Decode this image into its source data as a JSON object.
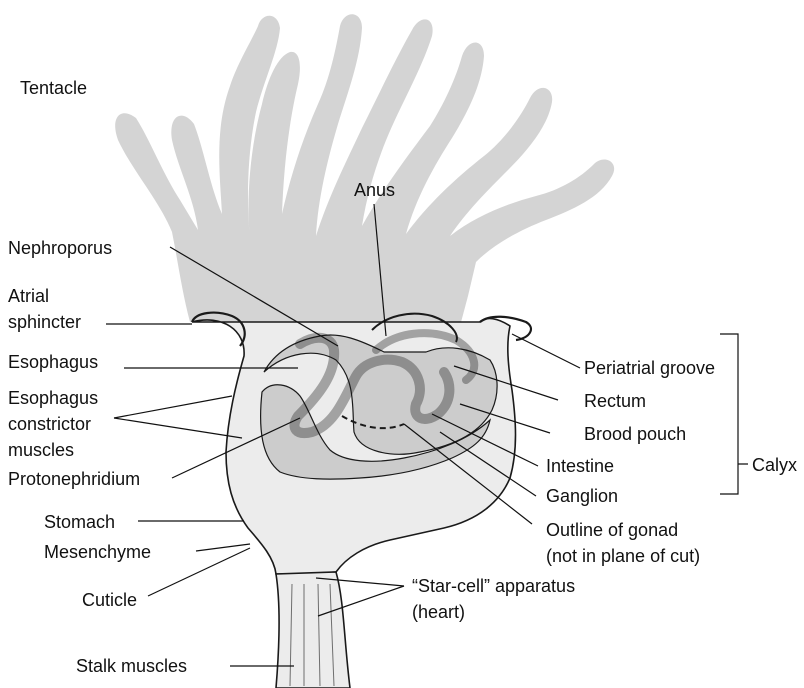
{
  "labels": {
    "tentacle": "Tentacle",
    "anus": "Anus",
    "nephroporus": "Nephroporus",
    "atrial_sphincter_1": "Atrial",
    "atrial_sphincter_2": "sphincter",
    "esophagus": "Esophagus",
    "esophagus_constrictor_1": "Esophagus",
    "esophagus_constrictor_2": "constrictor",
    "esophagus_constrictor_3": "muscles",
    "protonephridium": "Protonephridium",
    "stomach": "Stomach",
    "mesenchyme": "Mesenchyme",
    "cuticle": "Cuticle",
    "stalk_muscles": "Stalk muscles",
    "periatrial_groove": "Periatrial groove",
    "rectum": "Rectum",
    "brood_pouch": "Brood pouch",
    "intestine": "Intestine",
    "ganglion": "Ganglion",
    "gonad_1": "Outline of gonad",
    "gonad_2": "(not in plane of cut)",
    "star_cell_1": "“Star-cell” apparatus",
    "star_cell_2": "(heart)",
    "calyx": "Calyx"
  },
  "colors": {
    "tentacle_fill": "#d4d4d4",
    "lumen_fill": "#cccccc",
    "tissue_fill": "#ececec",
    "line": "#111111"
  }
}
